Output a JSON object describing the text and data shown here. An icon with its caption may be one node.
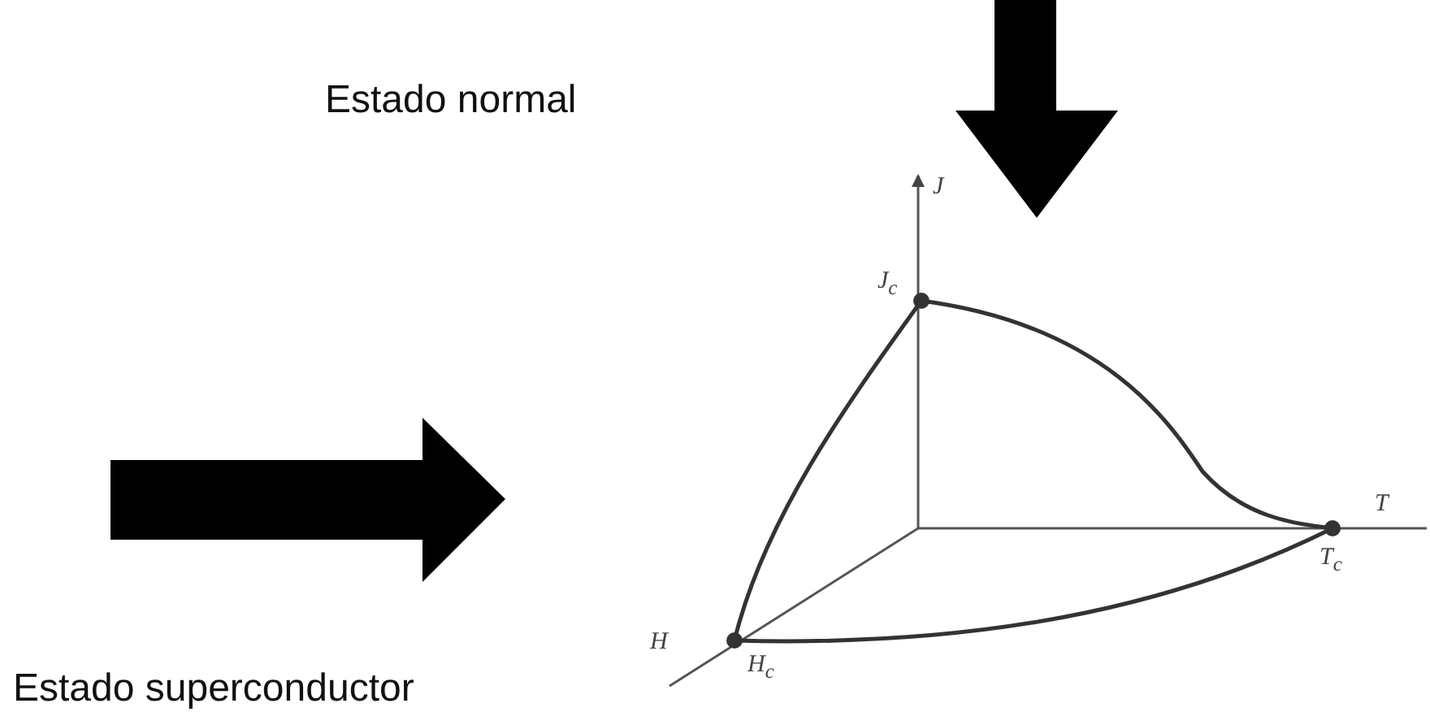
{
  "diagram": {
    "labels": [
      "Estado normal",
      "J",
      "J$_{c}$",
      "T",
      "T$_{c}$",
      "H",
      "H$_{c}$",
      "Estado superconductor"
    ]
  }
}
